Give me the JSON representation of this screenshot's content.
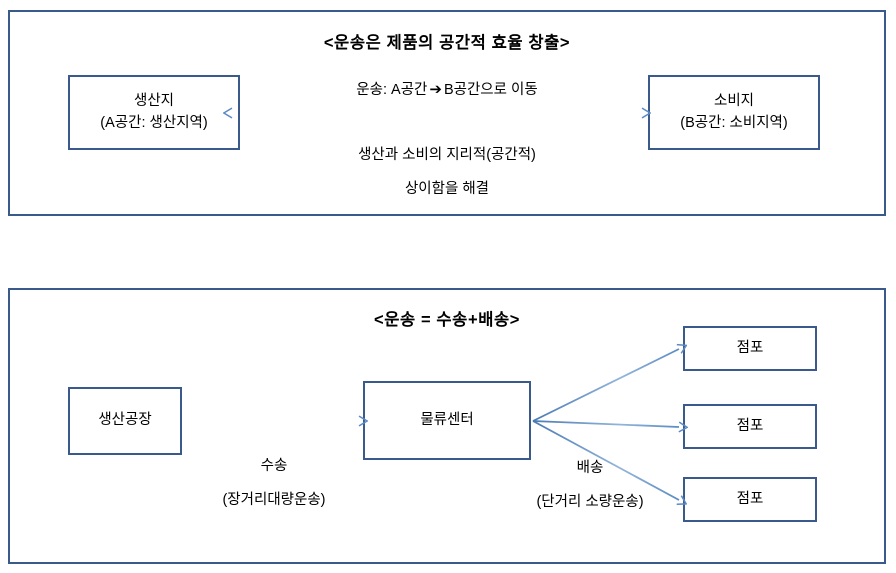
{
  "colors": {
    "border": "#3a5a8c",
    "arrow": "#5b8bc4",
    "text": "#000000",
    "background": "#ffffff"
  },
  "panel1": {
    "title": "<운송은 제품의 공간적 효율 창출>",
    "source_node": {
      "line1": "생산지",
      "line2": "(A공간: 생산지역)"
    },
    "destination_node": {
      "line1": "소비지",
      "line2": "(B공간: 소비지역)"
    },
    "arrow_label_prefix": "운송:  A공간",
    "arrow_glyph": "➔",
    "arrow_label_suffix": "B공간으로 이동",
    "note_line1": "생산과 소비의 지리적(공간적)",
    "note_line2": "상이함을 해결"
  },
  "panel2": {
    "title": "<운송 = 수송+배송>",
    "factory_node": "생산공장",
    "center_node": "물류센터",
    "store_nodes": [
      "점포",
      "점포",
      "점포"
    ],
    "inbound_label": {
      "main": "수송",
      "sub": "(장거리대량운송)"
    },
    "outbound_label": {
      "main": "배송",
      "sub": "(단거리 소량운송)"
    }
  }
}
